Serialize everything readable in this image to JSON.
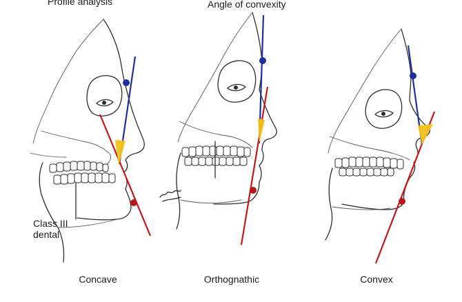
{
  "headings": {
    "left": "Profile analysis",
    "center": "Angle of convexity"
  },
  "panels": [
    {
      "caption": "Concave"
    },
    {
      "caption": "Orthognathic"
    },
    {
      "caption": "Convex"
    }
  ],
  "annotation": {
    "line1": "Class III",
    "line2": "dental"
  },
  "colors": {
    "facial_line": "#1f2f9a",
    "lower_line": "#c01818",
    "angle_fill": "#f4c21a"
  }
}
